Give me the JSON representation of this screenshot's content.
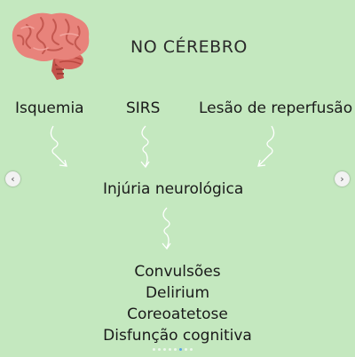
{
  "title": "NO CÉREBRO",
  "causes": [
    "Isquemia",
    "SIRS",
    "Lesão de reperfusão"
  ],
  "middle": "Injúria neurológica",
  "outcomes": [
    "Convulsões",
    "Delirium",
    "Coreoatetose",
    "Disfunção cognitiva"
  ],
  "nav": {
    "prev_icon": "chevron-left-icon",
    "next_icon": "chevron-right-icon"
  },
  "carousel": {
    "total": 8,
    "active": 5
  },
  "colors": {
    "background": "#c4e8bf",
    "brain": "#e8837b",
    "arrows": "#ffffff"
  }
}
